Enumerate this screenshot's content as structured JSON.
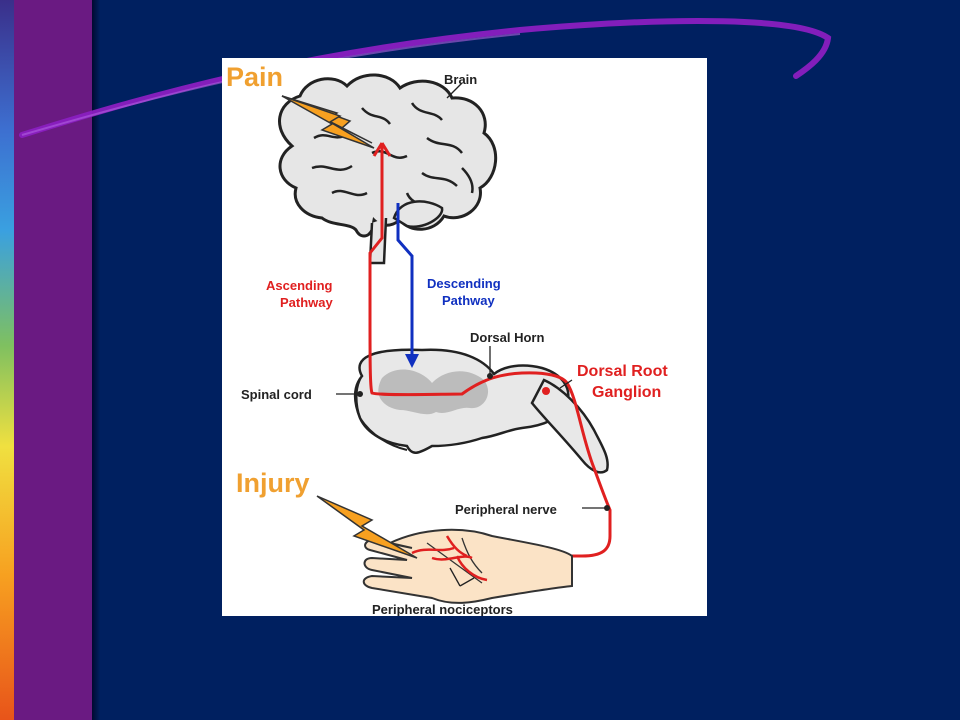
{
  "colors": {
    "slide_background": "#002060",
    "sidebar_purple": "#6a1a82",
    "swoosh": "#8a1fc0",
    "pain_label": "#f0a030",
    "bolt": "#f7a020",
    "ascending": "#e02020",
    "descending": "#1030c0",
    "dorsal_root": "#e02020",
    "brain_fill": "#d9d9d9",
    "spinal_gray": "#c8c8c8"
  },
  "diagram": {
    "pain": "Pain",
    "brain": "Brain",
    "ascending_line1": "Ascending",
    "ascending_line2": "Pathway",
    "descending_line1": "Descending",
    "descending_line2": "Pathway",
    "dorsal_horn": "Dorsal Horn",
    "dorsal_root_line1": "Dorsal Root",
    "dorsal_root_line2": "Ganglion",
    "spinal_cord": "Spinal cord",
    "injury": "Injury",
    "peripheral_nerve": "Peripheral nerve",
    "peripheral_nociceptors": "Peripheral nociceptors"
  }
}
